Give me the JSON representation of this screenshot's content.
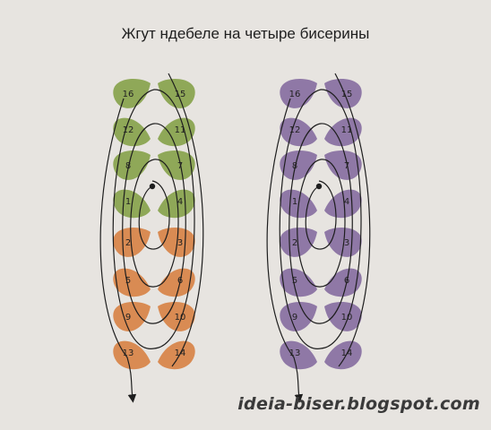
{
  "title": "Жгут ндебеле на четыре бисерины",
  "watermark": "ideia-biser.blogspot.com",
  "colors": {
    "background": "#e7e4e0",
    "green": "#8fa858",
    "orange": "#d98b53",
    "purple": "#8f78a6",
    "thread": "#1e1e1e"
  },
  "bead_labels": [
    "1",
    "2",
    "3",
    "4",
    "5",
    "6",
    "7",
    "8",
    "9",
    "10",
    "11",
    "12",
    "13",
    "14",
    "15",
    "16"
  ],
  "schemes": [
    {
      "name": "green-orange",
      "rows": [
        {
          "left": "16",
          "right": "15",
          "color": "green"
        },
        {
          "left": "12",
          "right": "11",
          "color": "green"
        },
        {
          "left": "8",
          "right": "7",
          "color": "green"
        },
        {
          "left": "1",
          "right": "4",
          "color": "green"
        },
        {
          "left": "2",
          "right": "3",
          "color": "orange"
        },
        {
          "left": "5",
          "right": "6",
          "color": "orange"
        },
        {
          "left": "9",
          "right": "10",
          "color": "orange"
        },
        {
          "left": "13",
          "right": "14",
          "color": "orange"
        }
      ]
    },
    {
      "name": "purple",
      "rows": [
        {
          "left": "16",
          "right": "15",
          "color": "purple"
        },
        {
          "left": "12",
          "right": "11",
          "color": "purple"
        },
        {
          "left": "8",
          "right": "7",
          "color": "purple"
        },
        {
          "left": "1",
          "right": "4",
          "color": "purple"
        },
        {
          "left": "2",
          "right": "3",
          "color": "purple"
        },
        {
          "left": "5",
          "right": "6",
          "color": "purple"
        },
        {
          "left": "9",
          "right": "10",
          "color": "purple"
        },
        {
          "left": "13",
          "right": "14",
          "color": "purple"
        }
      ]
    }
  ]
}
